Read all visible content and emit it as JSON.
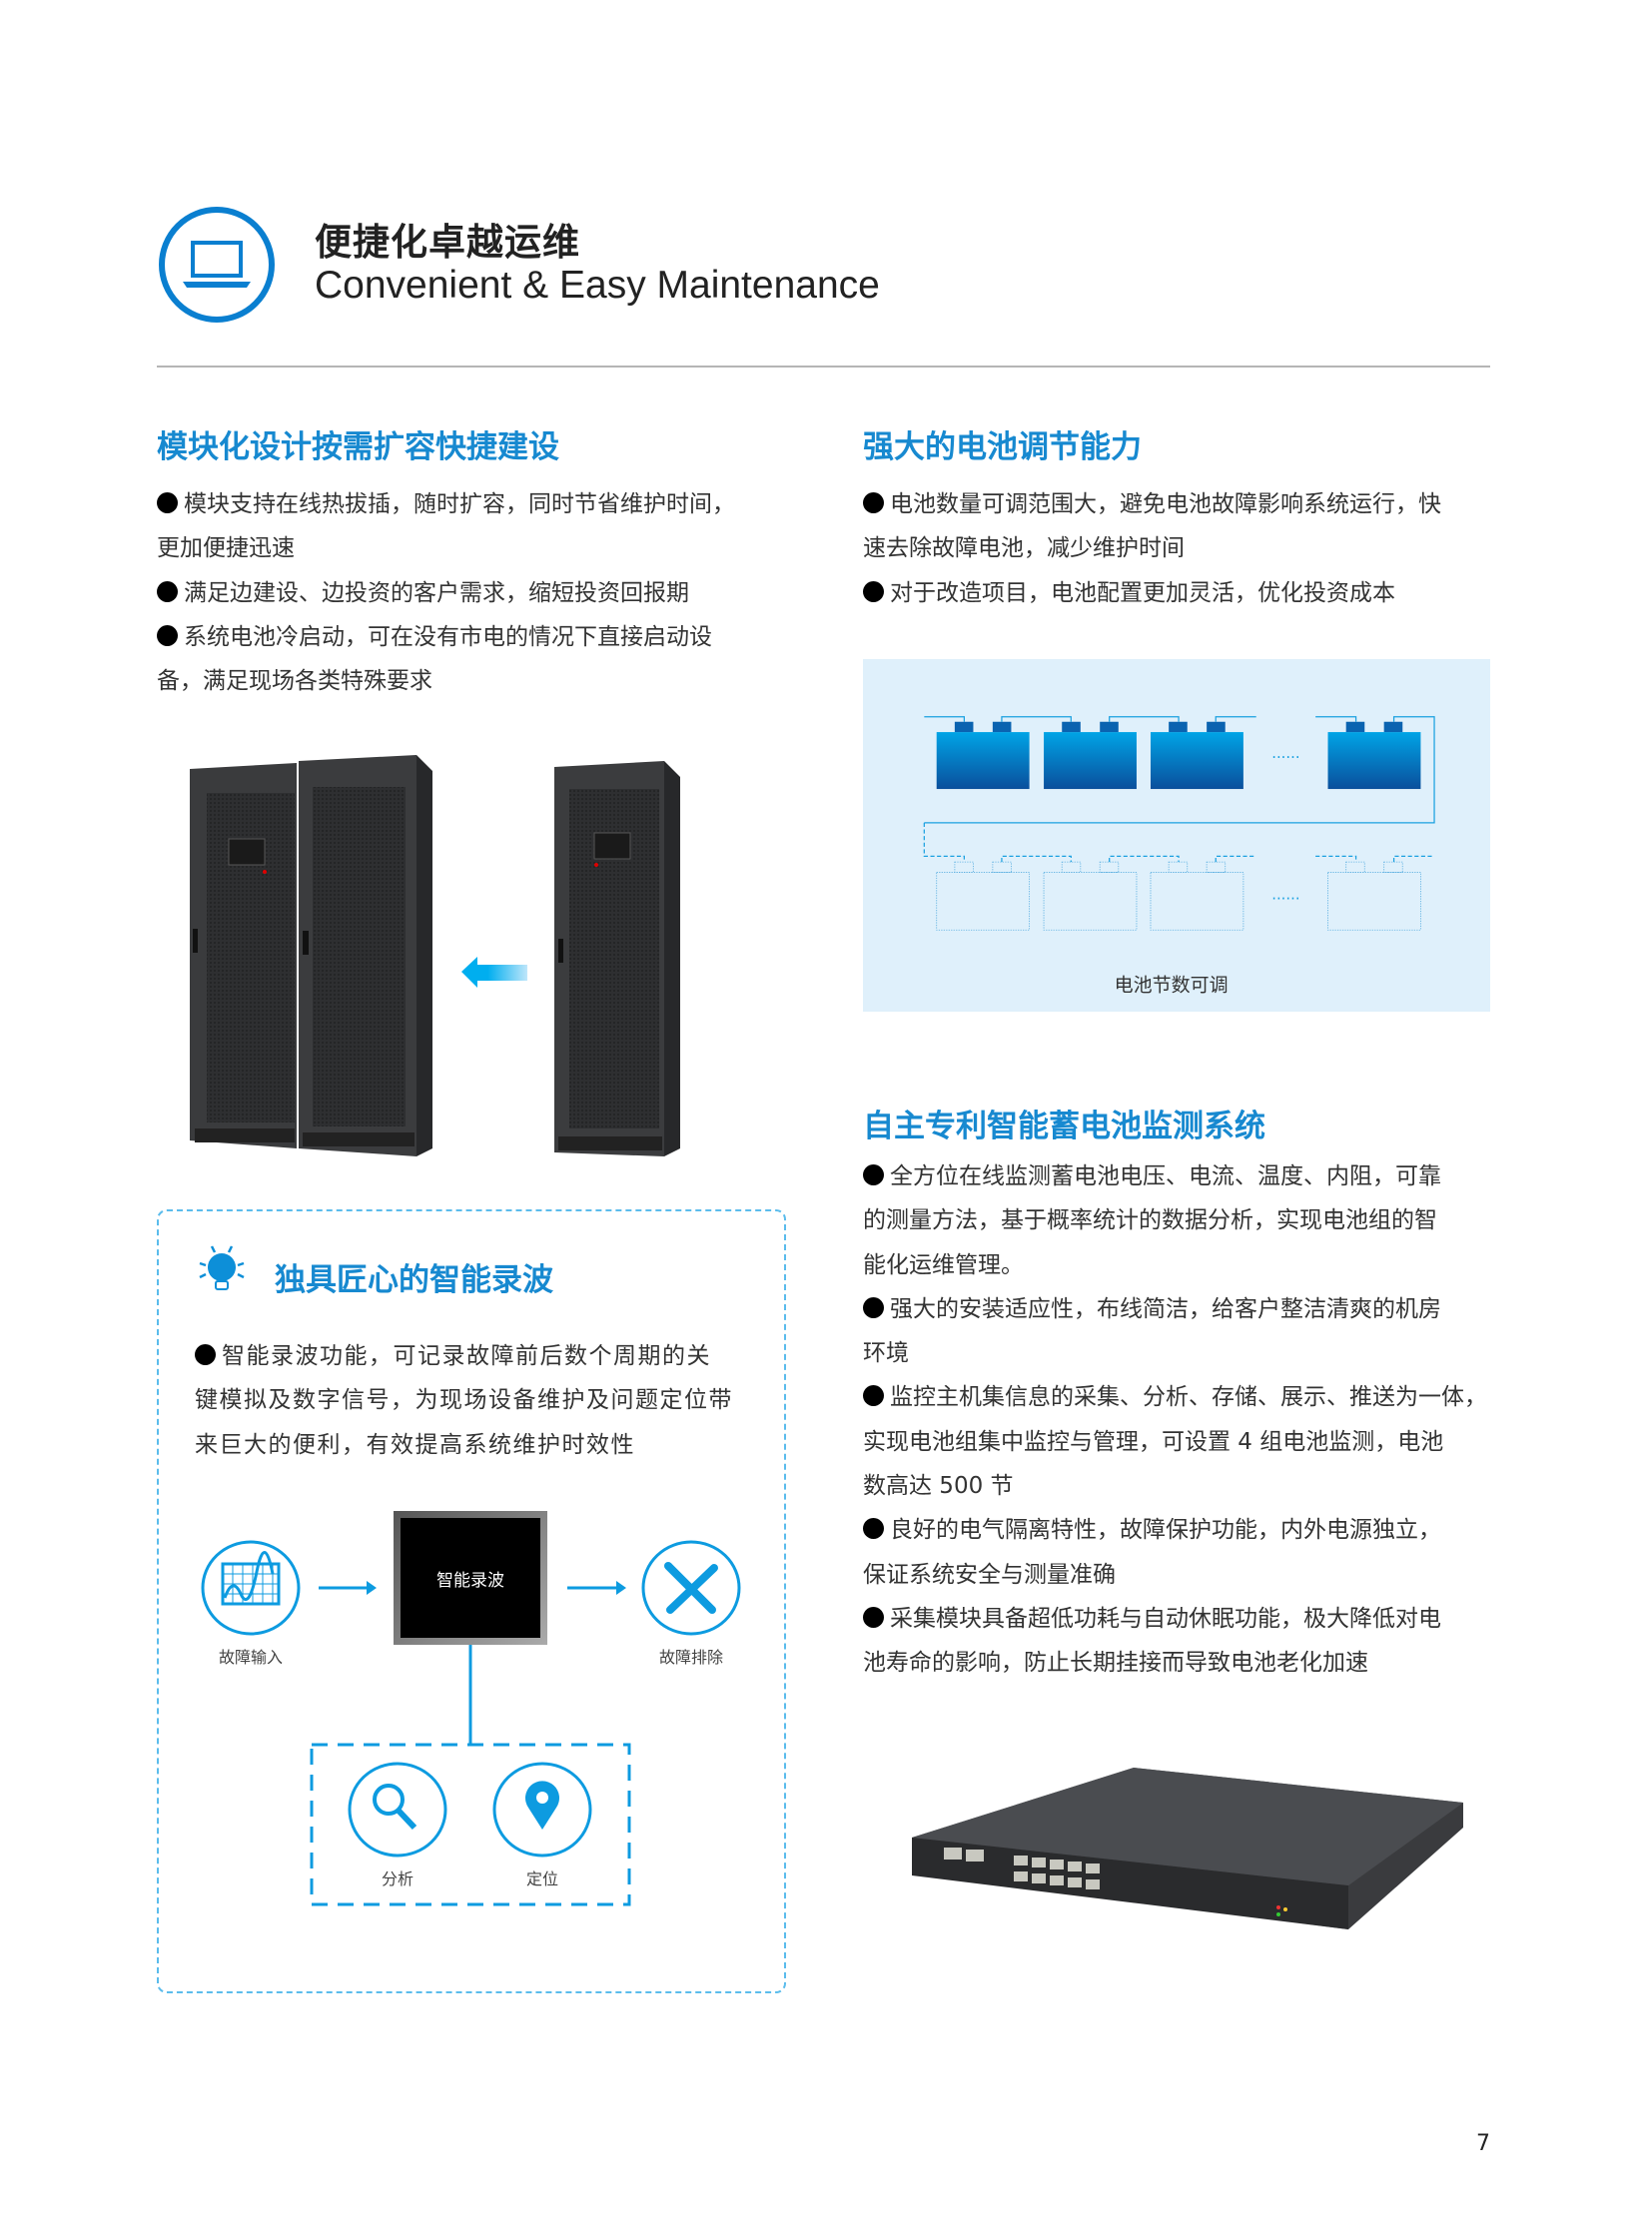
{
  "header": {
    "icon": "laptop-icon",
    "title_cn": "便捷化卓越运维",
    "title_en": "Convenient & Easy Maintenance",
    "accent_color": "#0a7fd0"
  },
  "modular": {
    "title": "模块化设计按需扩容快捷建设",
    "lines": [
      {
        "bullet": true,
        "text": "模块支持在线热拔插，随时扩容，同时节省维护时间，"
      },
      {
        "bullet": false,
        "text": "更加便捷迅速"
      },
      {
        "bullet": true,
        "text": "满足边建设、边投资的客户需求，缩短投资回报期"
      },
      {
        "bullet": true,
        "text": "系统电池冷启动，可在没有市电的情况下直接启动设"
      },
      {
        "bullet": false,
        "text": "备，满足现场各类特殊要求"
      }
    ]
  },
  "battery": {
    "title": "强大的电池调节能力",
    "lines": [
      {
        "bullet": true,
        "text": "电池数量可调范围大，避免电池故障影响系统运行，快"
      },
      {
        "bullet": false,
        "text": "速去除故障电池，减少维护时间"
      },
      {
        "bullet": true,
        "text": "对于改造项目，电池配置更加灵活，优化投资成本"
      }
    ],
    "diagram_caption": "电池节数可调",
    "ellipsis": "......"
  },
  "recording": {
    "icon": "lightbulb-globe-icon",
    "title": "独具匠心的智能录波",
    "lines": [
      {
        "bullet": true,
        "text": "智能录波功能，可记录故障前后数个周期的关"
      },
      {
        "bullet": false,
        "text": "键模拟及数字信号，为现场设备维护及问题定位带"
      },
      {
        "bullet": false,
        "text": "来巨大的便利，有效提高系统维护时效性"
      }
    ],
    "flow": {
      "input_label": "故障输入",
      "center_label": "智能录波",
      "output_label": "故障排除",
      "analyze_label": "分析",
      "locate_label": "定位"
    }
  },
  "monitor": {
    "title": "自主专利智能蓄电池监测系统",
    "lines": [
      {
        "bullet": true,
        "text": "全方位在线监测蓄电池电压、电流、温度、内阻，可靠"
      },
      {
        "bullet": false,
        "text": "的测量方法，基于概率统计的数据分析，实现电池组的智"
      },
      {
        "bullet": false,
        "text": "能化运维管理。"
      },
      {
        "bullet": true,
        "text": "强大的安装适应性，布线简洁，给客户整洁清爽的机房"
      },
      {
        "bullet": false,
        "text": "环境"
      },
      {
        "bullet": true,
        "text": "监控主机集信息的采集、分析、存储、展示、推送为一体，"
      },
      {
        "bullet": false,
        "text": "实现电池组集中监控与管理，可设置 4 组电池监测，电池"
      },
      {
        "bullet": false,
        "text": "数高达 500 节"
      },
      {
        "bullet": true,
        "text": "良好的电气隔离特性，故障保护功能，内外电源独立，"
      },
      {
        "bullet": false,
        "text": "保证系统安全与测量准确"
      },
      {
        "bullet": true,
        "text": "采集模块具备超低功耗与自动休眠功能，极大降低对电"
      },
      {
        "bullet": false,
        "text": "池寿命的影响，防止长期挂接而导致电池老化加速"
      }
    ]
  },
  "page_number": "7"
}
